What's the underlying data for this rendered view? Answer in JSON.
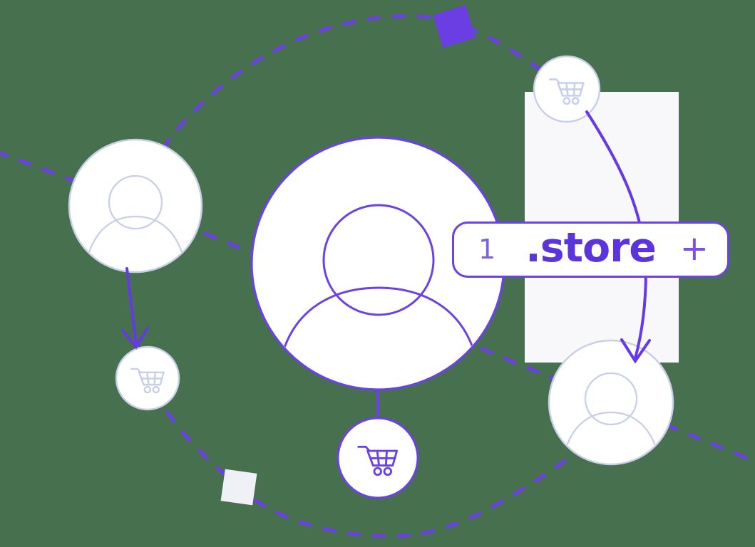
{
  "illustration": {
    "description": "Ecommerce network illustration: user avatars and shopping-cart nodes connected by dashed purple orbits and arrows around a .store domain badge",
    "background_color": "#47704F",
    "colors": {
      "accent_purple": "#6B42E4",
      "dash_purple": "#6B3FE3",
      "arrow_purple": "#6638E6",
      "domain_text_purple": "#5B35DB",
      "count_purple": "#7D62DE",
      "plus_purple": "#7A4FE6",
      "lavender_outline": "#C8CFE9",
      "panel_white": "#F8F8FA",
      "light_square_fill": "#F0F0F7",
      "node_fill": "#FFFFFF"
    },
    "badge": {
      "count": "1",
      "domain": ".store",
      "plus": "+"
    },
    "nodes": [
      {
        "id": "left-user",
        "icon": "user-avatar-icon",
        "style": "lavender"
      },
      {
        "id": "left-cart",
        "icon": "shopping-cart-icon",
        "style": "lavender"
      },
      {
        "id": "central-user",
        "icon": "user-avatar-icon",
        "style": "purple"
      },
      {
        "id": "bottom-cart",
        "icon": "shopping-cart-icon",
        "style": "purple"
      },
      {
        "id": "top-right-cart",
        "icon": "shopping-cart-icon",
        "style": "lavender"
      },
      {
        "id": "right-user",
        "icon": "user-avatar-icon",
        "style": "lavender"
      }
    ]
  }
}
